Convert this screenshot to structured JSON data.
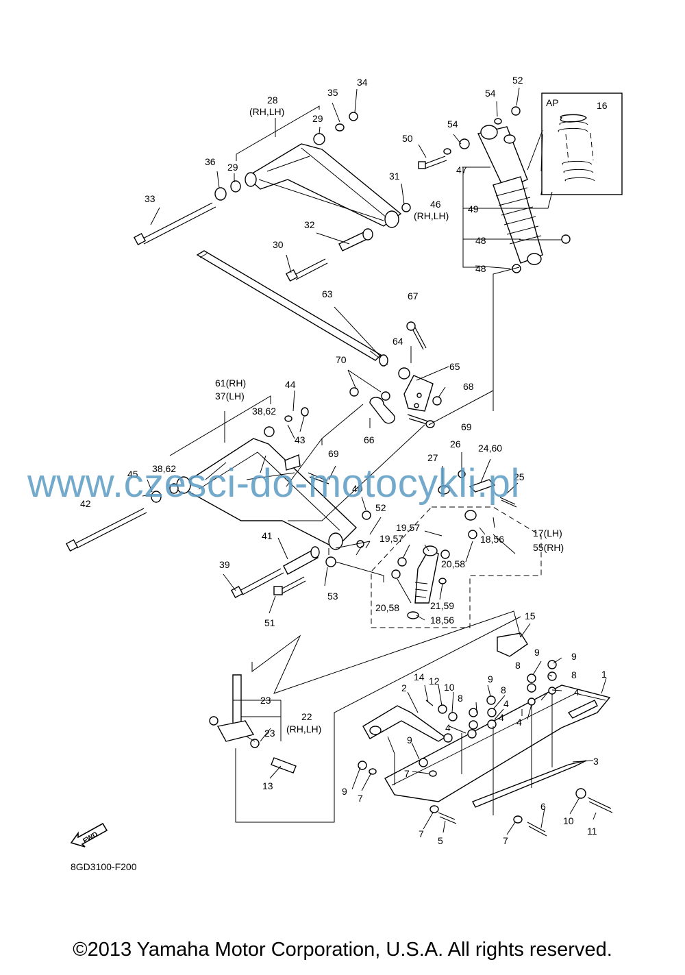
{
  "diagram": {
    "code": "8GD3100-F200",
    "fwd_label": "FWD",
    "watermark": "www.czesci-do-motocykli.pl",
    "copyright": "©2013 Yamaha Motor Corporation, U.S.A. All rights reserved.",
    "ap_box_label": "AP",
    "callouts": [
      {
        "id": "c1",
        "text": "1"
      },
      {
        "id": "c2",
        "text": "2"
      },
      {
        "id": "c3",
        "text": "3"
      },
      {
        "id": "c4a",
        "text": "4"
      },
      {
        "id": "c4b",
        "text": "4"
      },
      {
        "id": "c4c",
        "text": "4"
      },
      {
        "id": "c4d",
        "text": "4"
      },
      {
        "id": "c4e",
        "text": "4"
      },
      {
        "id": "c5",
        "text": "5"
      },
      {
        "id": "c6",
        "text": "6"
      },
      {
        "id": "c7a",
        "text": "7"
      },
      {
        "id": "c7b",
        "text": "7"
      },
      {
        "id": "c7c",
        "text": "7"
      },
      {
        "id": "c7d",
        "text": "7"
      },
      {
        "id": "c8a",
        "text": "8"
      },
      {
        "id": "c8b",
        "text": "8"
      },
      {
        "id": "c8c",
        "text": "8"
      },
      {
        "id": "c8d",
        "text": "8"
      },
      {
        "id": "c9a",
        "text": "9"
      },
      {
        "id": "c9b",
        "text": "9"
      },
      {
        "id": "c9c",
        "text": "9"
      },
      {
        "id": "c9d",
        "text": "9"
      },
      {
        "id": "c9e",
        "text": "9"
      },
      {
        "id": "c10a",
        "text": "10"
      },
      {
        "id": "c10b",
        "text": "10"
      },
      {
        "id": "c11",
        "text": "11"
      },
      {
        "id": "c12",
        "text": "12"
      },
      {
        "id": "c13",
        "text": "13"
      },
      {
        "id": "c14",
        "text": "14"
      },
      {
        "id": "c15",
        "text": "15"
      },
      {
        "id": "c16",
        "text": "16"
      },
      {
        "id": "c17",
        "text": "17(LH)"
      },
      {
        "id": "c55",
        "text": "55(RH)"
      },
      {
        "id": "c18a",
        "text": "18,56"
      },
      {
        "id": "c18b",
        "text": "18,56"
      },
      {
        "id": "c19a",
        "text": "19,57"
      },
      {
        "id": "c19b",
        "text": "19,57"
      },
      {
        "id": "c20a",
        "text": "20,58"
      },
      {
        "id": "c20b",
        "text": "20,58"
      },
      {
        "id": "c21",
        "text": "21,59"
      },
      {
        "id": "c22",
        "text": "22"
      },
      {
        "id": "c22s",
        "text": "(RH,LH)"
      },
      {
        "id": "c23a",
        "text": "23"
      },
      {
        "id": "c23b",
        "text": "23"
      },
      {
        "id": "c24",
        "text": "24,60"
      },
      {
        "id": "c25",
        "text": "25"
      },
      {
        "id": "c26",
        "text": "26"
      },
      {
        "id": "c27",
        "text": "27"
      },
      {
        "id": "c28",
        "text": "28"
      },
      {
        "id": "c28s",
        "text": "(RH,LH)"
      },
      {
        "id": "c29a",
        "text": "29"
      },
      {
        "id": "c29b",
        "text": "29"
      },
      {
        "id": "c30",
        "text": "30"
      },
      {
        "id": "c31",
        "text": "31"
      },
      {
        "id": "c32",
        "text": "32"
      },
      {
        "id": "c33",
        "text": "33"
      },
      {
        "id": "c34",
        "text": "34"
      },
      {
        "id": "c35",
        "text": "35"
      },
      {
        "id": "c36",
        "text": "36"
      },
      {
        "id": "c61",
        "text": "61(RH)"
      },
      {
        "id": "c37",
        "text": "37(LH)"
      },
      {
        "id": "c38a",
        "text": "38,62"
      },
      {
        "id": "c38b",
        "text": "38,62"
      },
      {
        "id": "c39",
        "text": "39"
      },
      {
        "id": "c40",
        "text": "40"
      },
      {
        "id": "c41",
        "text": "41"
      },
      {
        "id": "c42",
        "text": "42"
      },
      {
        "id": "c43",
        "text": "43"
      },
      {
        "id": "c44",
        "text": "44"
      },
      {
        "id": "c45",
        "text": "45"
      },
      {
        "id": "c46",
        "text": "46"
      },
      {
        "id": "c46s",
        "text": "(RH,LH)"
      },
      {
        "id": "c47",
        "text": "47"
      },
      {
        "id": "c48a",
        "text": "48"
      },
      {
        "id": "c48b",
        "text": "48"
      },
      {
        "id": "c49",
        "text": "49"
      },
      {
        "id": "c50",
        "text": "50"
      },
      {
        "id": "c51",
        "text": "51"
      },
      {
        "id": "c52a",
        "text": "52"
      },
      {
        "id": "c52b",
        "text": "52"
      },
      {
        "id": "c53",
        "text": "53"
      },
      {
        "id": "c54a",
        "text": "54"
      },
      {
        "id": "c54b",
        "text": "54"
      },
      {
        "id": "c63",
        "text": "63"
      },
      {
        "id": "c64",
        "text": "64"
      },
      {
        "id": "c65",
        "text": "65"
      },
      {
        "id": "c66",
        "text": "66"
      },
      {
        "id": "c67",
        "text": "67"
      },
      {
        "id": "c68",
        "text": "68"
      },
      {
        "id": "c69a",
        "text": "69"
      },
      {
        "id": "c69b",
        "text": "69"
      },
      {
        "id": "c70",
        "text": "70"
      }
    ]
  }
}
